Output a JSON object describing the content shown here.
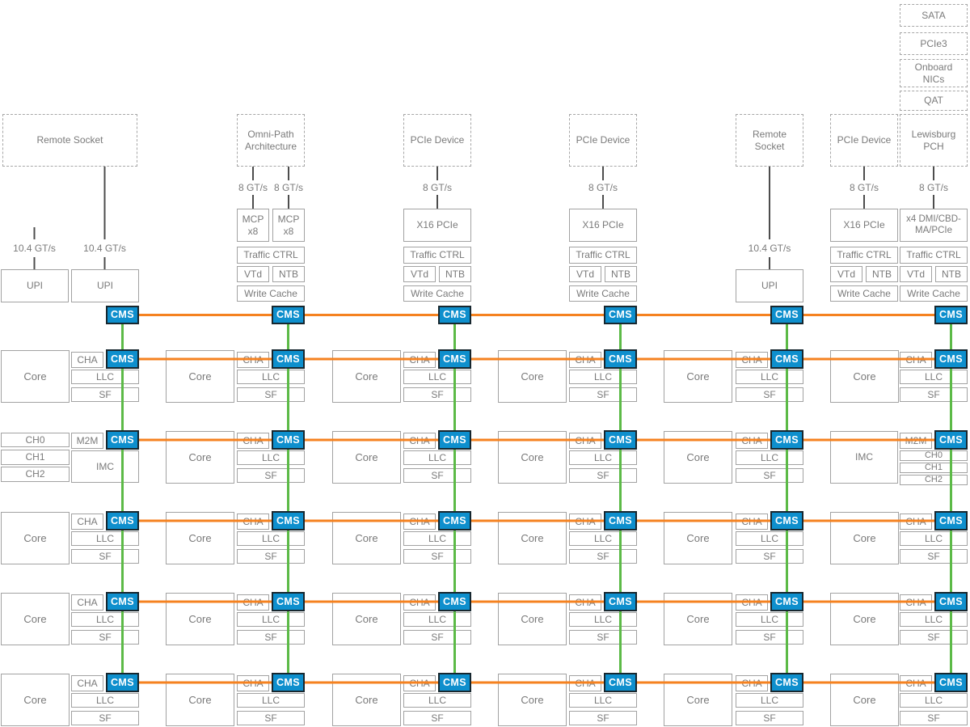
{
  "mesh": {
    "cms": "CMS"
  },
  "colors": {
    "mesh_horizontal": "#F58220",
    "mesh_vertical": "#5CBA47",
    "cms_fill": "#0E8FCD",
    "cms_border": "#17272F",
    "box_border": "#A2A2A2",
    "connector": "#4D4D4D",
    "text": "#7A7A7A"
  },
  "top_right_stack": [
    "SATA",
    "PCIe3",
    "Onboard NICs",
    "QAT"
  ],
  "io": [
    {
      "device": "Remote Socket",
      "links": [
        "10.4 GT/s",
        "10.4 GT/s"
      ],
      "blocks": [
        "UPI",
        "UPI"
      ]
    },
    {
      "device": "Omni-Path Architecture",
      "links": [
        "8 GT/s",
        "8 GT/s"
      ],
      "ports": [
        "MCP x8",
        "MCP x8"
      ],
      "ctrl": {
        "traffic": "Traffic CTRL",
        "vtd": "VTd",
        "ntb": "NTB",
        "wcache": "Write Cache"
      }
    },
    {
      "device": "PCIe Device",
      "links": [
        "8 GT/s"
      ],
      "ports": [
        "X16 PCIe"
      ],
      "ctrl": {
        "traffic": "Traffic CTRL",
        "vtd": "VTd",
        "ntb": "NTB",
        "wcache": "Write Cache"
      }
    },
    {
      "device": "PCIe Device",
      "links": [
        "8 GT/s"
      ],
      "ports": [
        "X16 PCIe"
      ],
      "ctrl": {
        "traffic": "Traffic CTRL",
        "vtd": "VTd",
        "ntb": "NTB",
        "wcache": "Write Cache"
      }
    },
    {
      "device": "Remote Socket",
      "links": [
        "10.4 GT/s"
      ],
      "blocks": [
        "UPI"
      ]
    },
    {
      "device": "PCIe Device",
      "links": [
        "8 GT/s"
      ],
      "ports": [
        "X16 PCIe"
      ],
      "ctrl": {
        "traffic": "Traffic CTRL",
        "vtd": "VTd",
        "ntb": "NTB",
        "wcache": "Write Cache"
      }
    },
    {
      "device": "Lewisburg PCH",
      "links": [
        "8 GT/s"
      ],
      "ports": [
        "x4 DMI/CBD-MA/PCIe"
      ],
      "ctrl": {
        "traffic": "Traffic CTRL",
        "vtd": "VTd",
        "ntb": "NTB",
        "wcache": "Write Cache"
      }
    }
  ],
  "tiles": {
    "core": "Core",
    "cha": "CHA",
    "llc": "LLC",
    "sf": "SF",
    "m2m": "M2M",
    "imc": "IMC",
    "channels": [
      "CH0",
      "CH1",
      "CH2"
    ]
  },
  "tile_rows": [
    [
      "core",
      "core",
      "core",
      "core",
      "core",
      "core"
    ],
    [
      "mem_left",
      "core",
      "core",
      "core",
      "core",
      "mem_right"
    ],
    [
      "core",
      "core",
      "core",
      "core",
      "core",
      "core"
    ],
    [
      "core",
      "core",
      "core",
      "core",
      "core",
      "core"
    ],
    [
      "core",
      "core",
      "core",
      "core",
      "core",
      "core"
    ]
  ]
}
